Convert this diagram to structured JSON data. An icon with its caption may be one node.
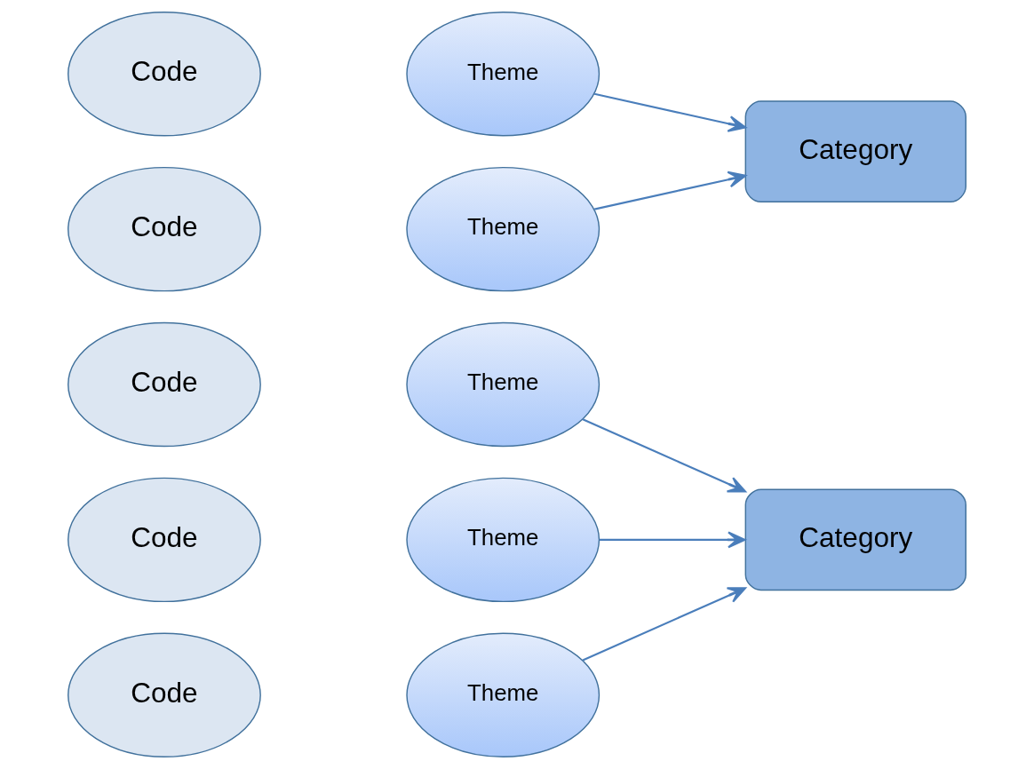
{
  "diagram": {
    "nodes": [
      {
        "text": [
          "Code"
        ]
      },
      {
        "text": [
          "Code"
        ]
      },
      {
        "text": [
          "Code"
        ]
      },
      {
        "text": [
          "Code"
        ]
      },
      {
        "text": [
          "Code"
        ]
      },
      {
        "text": [
          "Theme"
        ]
      },
      {
        "text": [
          "Theme"
        ]
      },
      {
        "text": [
          "Theme"
        ]
      },
      {
        "text": [
          "Theme"
        ]
      },
      {
        "text": [
          "Theme"
        ]
      },
      {
        "text": [
          "Category"
        ]
      },
      {
        "text": [
          "Category"
        ]
      }
    ],
    "edges": [
      {
        "from": 5,
        "to": 10,
        "arrow": "to"
      },
      {
        "from": 6,
        "to": 10,
        "arrow": "to"
      },
      {
        "from": 7,
        "to": 11,
        "arrow": "to"
      },
      {
        "from": 8,
        "to": 11,
        "arrow": "to"
      },
      {
        "from": 9,
        "to": 11,
        "arrow": "to"
      }
    ]
  }
}
